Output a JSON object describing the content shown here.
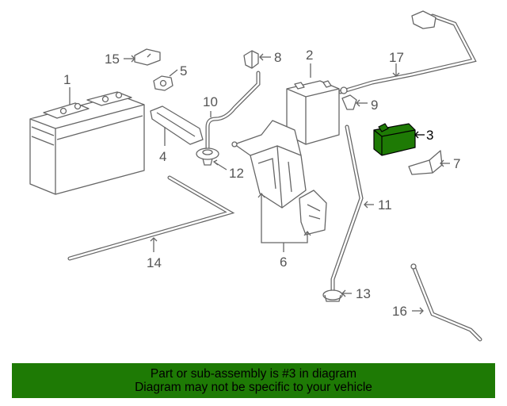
{
  "callouts": {
    "c1": "1",
    "c2": "2",
    "c3": "3",
    "c4": "4",
    "c5": "5",
    "c6": "6",
    "c7": "7",
    "c8": "8",
    "c9": "9",
    "c10": "10",
    "c11": "11",
    "c12": "12",
    "c13": "13",
    "c14": "14",
    "c15": "15",
    "c16": "16",
    "c17": "17"
  },
  "highlight_part": "3",
  "colors": {
    "highlight": "#1e7a05",
    "line": "#666666",
    "banner_bg": "#1e7a05"
  },
  "banner": {
    "line1": "Part or sub-assembly is #3 in diagram",
    "line2": "Diagram may not be specific to your vehicle"
  }
}
